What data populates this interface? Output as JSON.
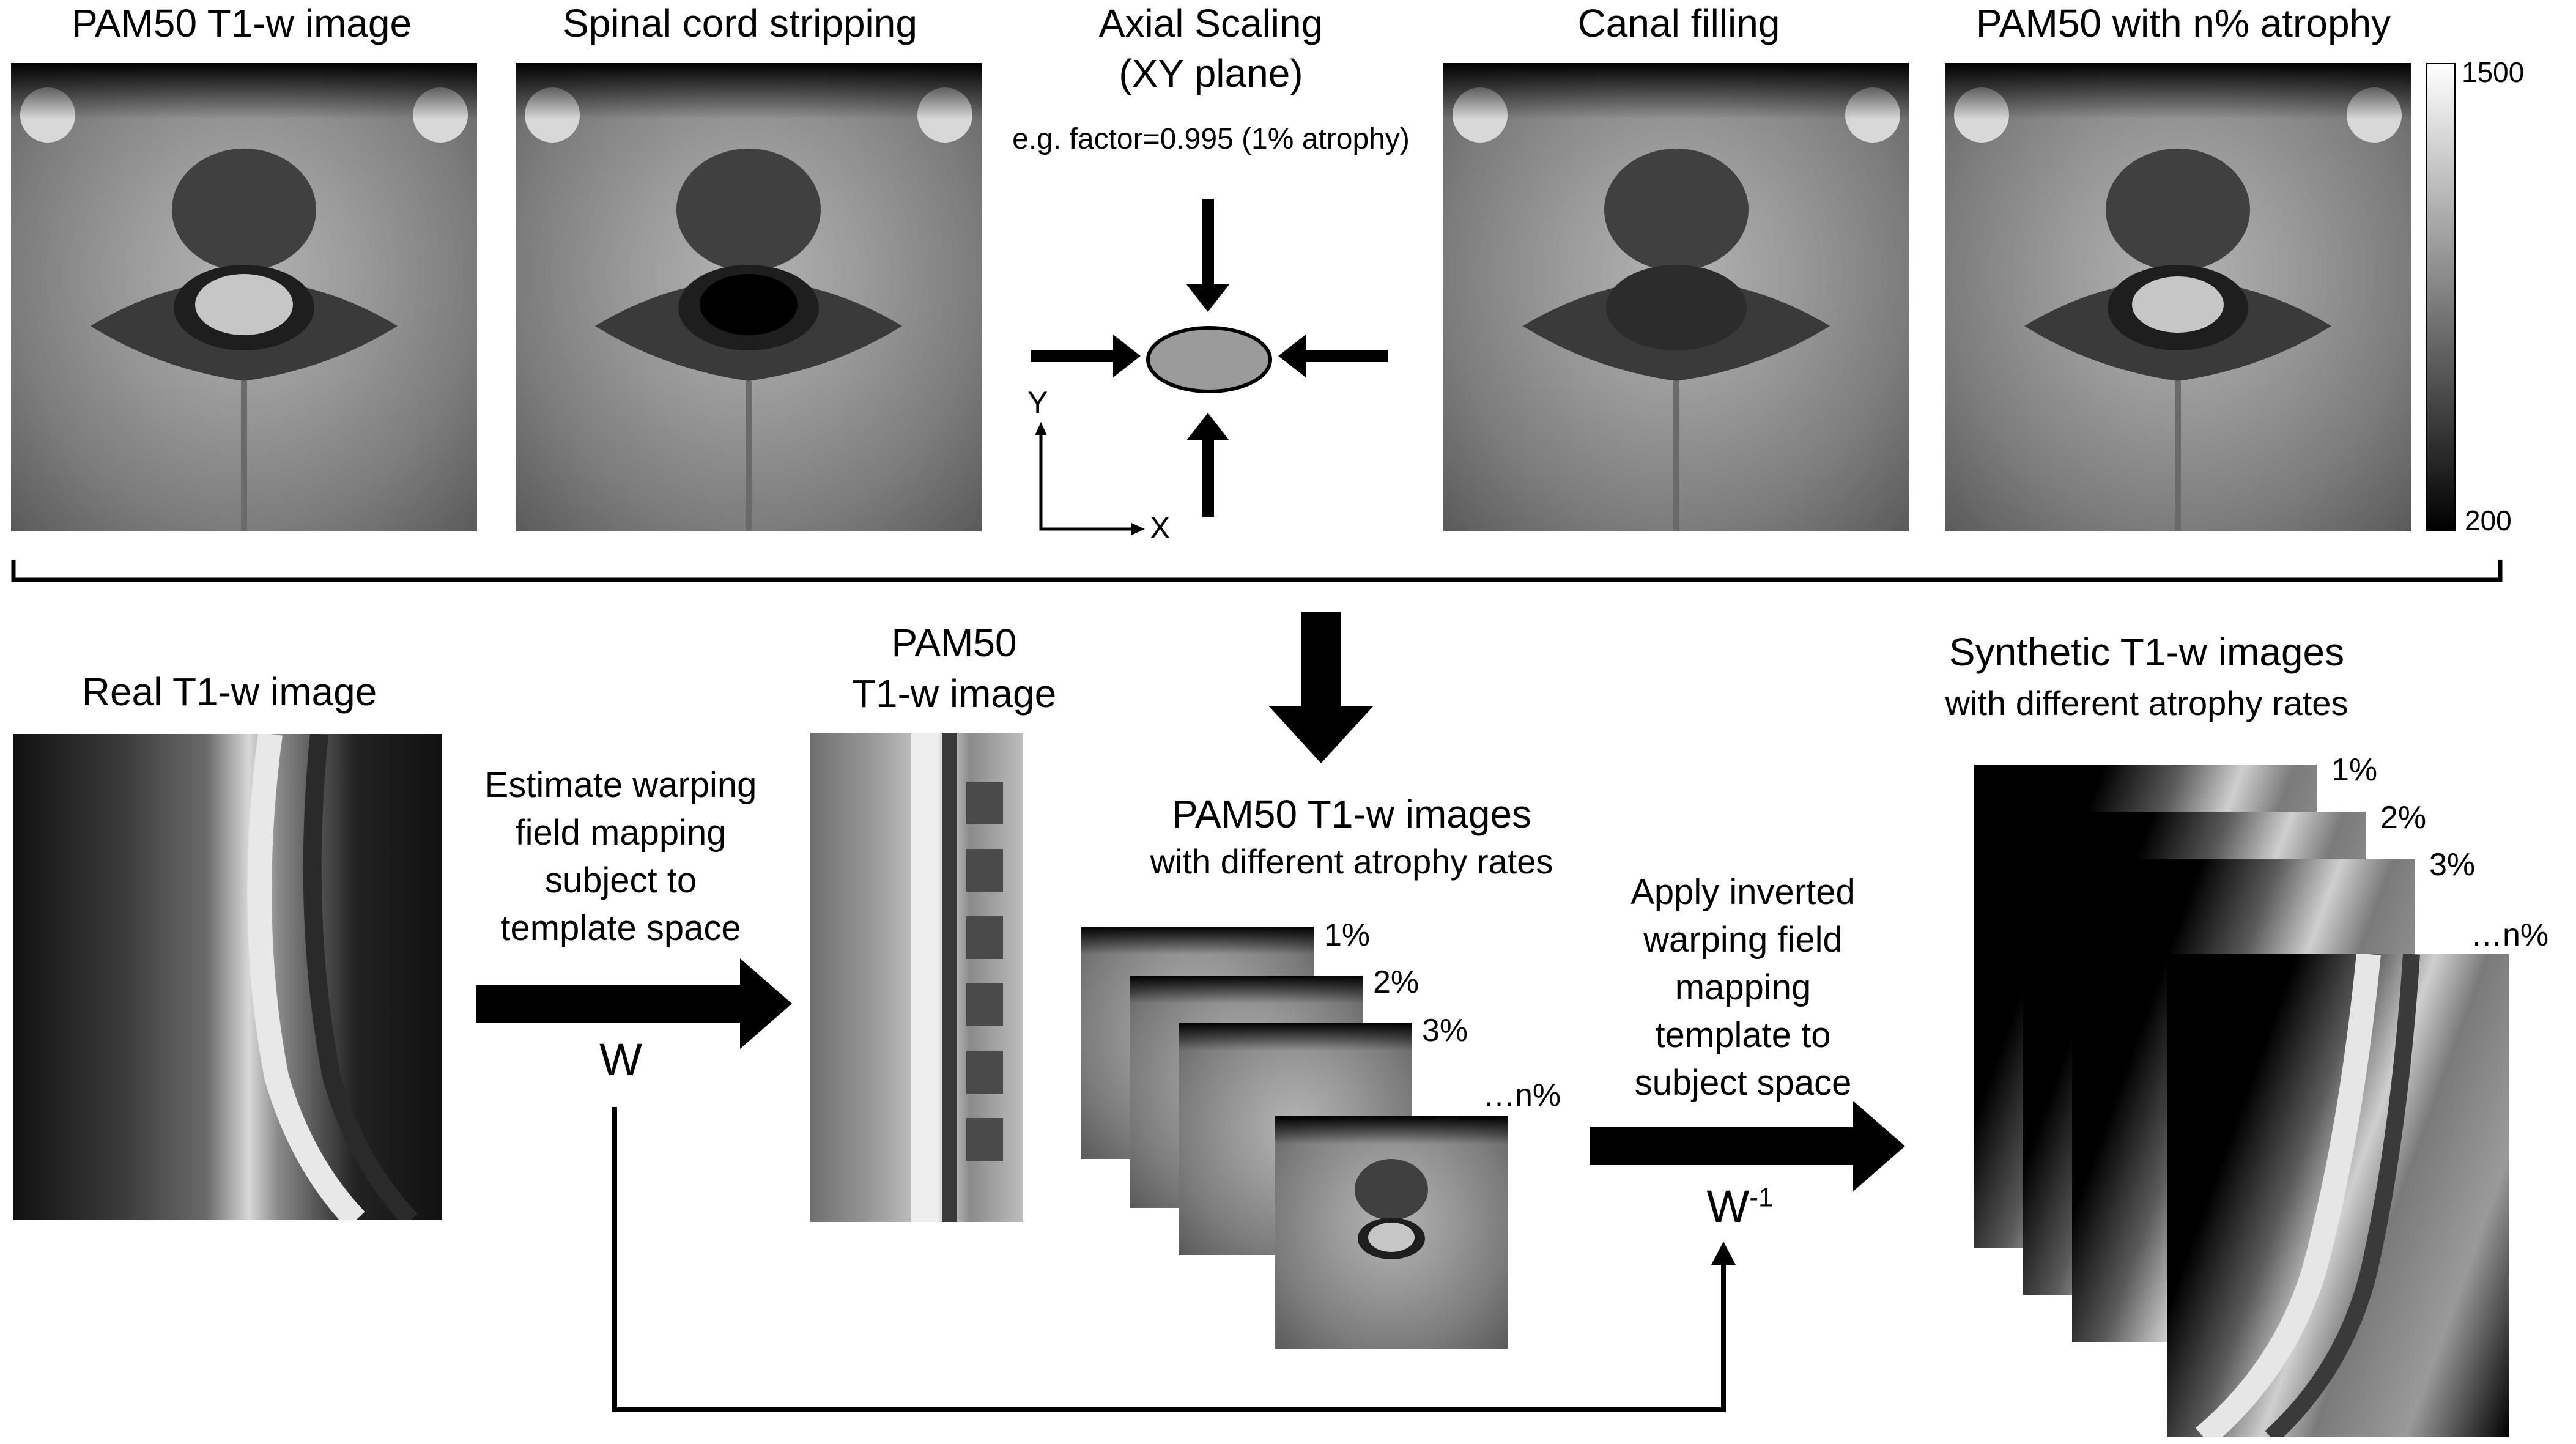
{
  "top_row": {
    "pam50_label": "PAM50 T1-w image",
    "stripping_label": "Spinal cord stripping",
    "axial_title_1": "Axial Scaling",
    "axial_title_2": "(XY plane)",
    "axial_example": "e.g. factor=0.995 (1% atrophy)",
    "axis_y": "Y",
    "axis_x": "X",
    "canal_label": "Canal filling",
    "atrophy_label": "PAM50 with n% atrophy",
    "colorbar_max": "1500",
    "colorbar_min": "200"
  },
  "bottom_row": {
    "real_label": "Real T1-w image",
    "estimate_lines": [
      "Estimate warping",
      "field mapping",
      "subject to",
      "template space"
    ],
    "w_label": "W",
    "pam50_line1": "PAM50",
    "pam50_line2": "T1-w image",
    "rates_title": "PAM50 T1-w images",
    "rates_subtitle": "with different atrophy rates",
    "rate_labels": [
      "1%",
      "2%",
      "3%",
      "…n%"
    ],
    "apply_lines": [
      "Apply inverted",
      "warping field",
      "mapping",
      "template to",
      "subject space"
    ],
    "winv_base": "W",
    "winv_sup": "-1",
    "synth_title": "Synthetic T1-w images",
    "synth_subtitle": "with different atrophy rates",
    "synth_rate_labels": [
      "1%",
      "2%",
      "3%",
      "…n%"
    ]
  },
  "colors": {
    "ink": "#000000",
    "background": "#ffffff"
  }
}
